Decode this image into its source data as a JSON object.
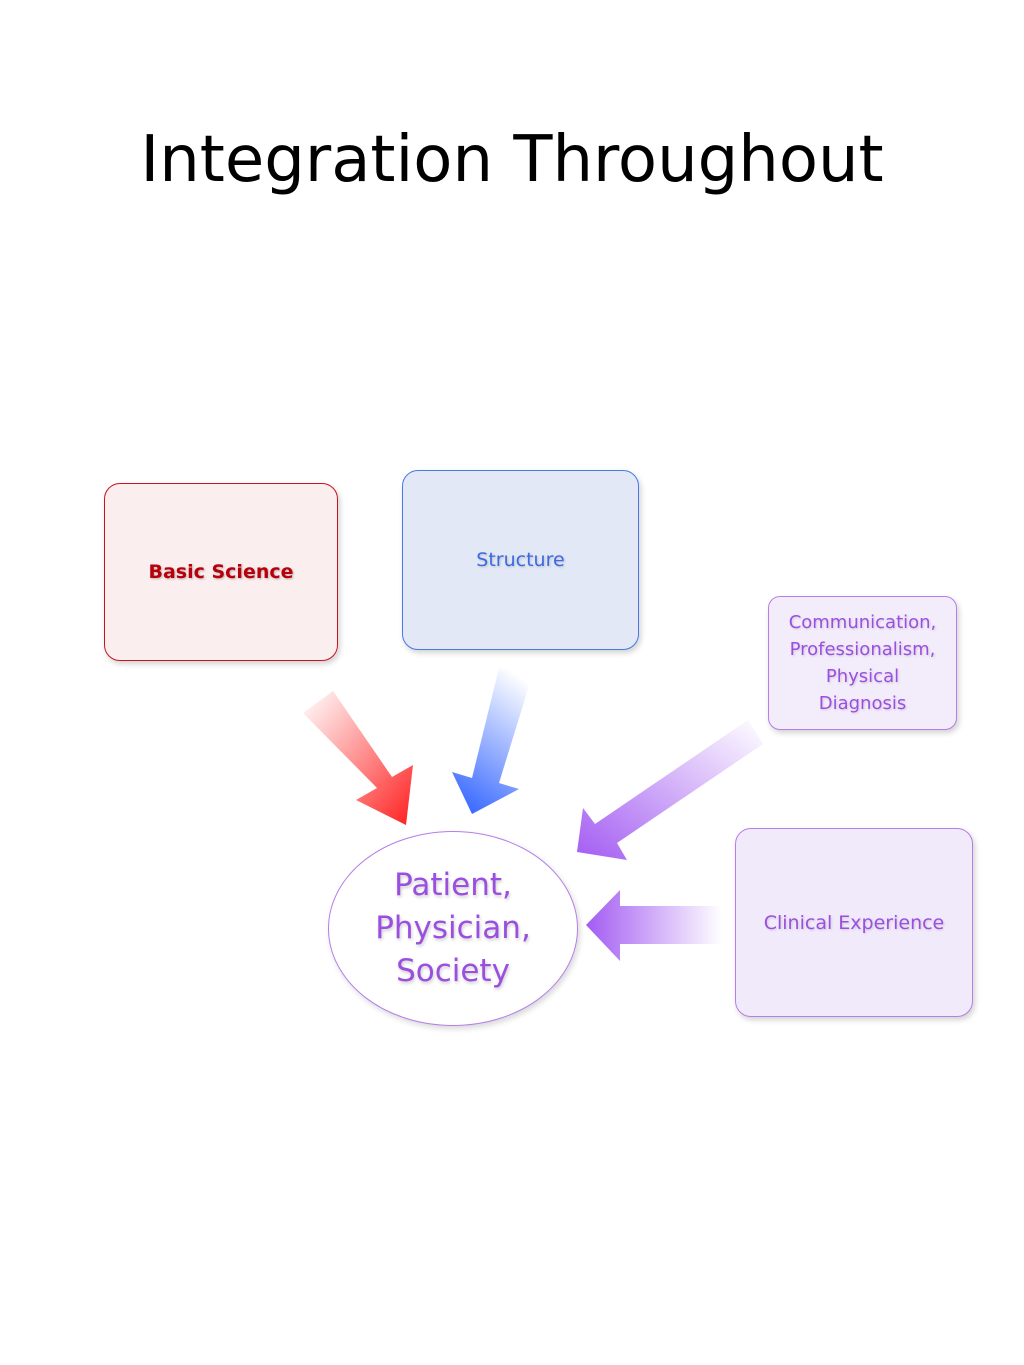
{
  "slide": {
    "title": "Integration Throughout"
  },
  "nodes": {
    "basic_science": "Basic Science",
    "structure": "Structure",
    "communication": {
      "lines": [
        "Communication,",
        "Professionalism,",
        "Physical",
        "Diagnosis"
      ]
    },
    "clinical_experience": "Clinical Experience",
    "center": {
      "lines": [
        "Patient,",
        "Physician,",
        "Society"
      ]
    }
  },
  "colors": {
    "basic_science": "#c8141e",
    "structure": "#3d6ae0",
    "communication": "#9b4fe0",
    "clinical_experience": "#9b4fe0",
    "center": "#9b4fe0"
  },
  "icons": {
    "arrows": [
      "arrow-basic-science-icon",
      "arrow-structure-icon",
      "arrow-communication-icon",
      "arrow-clinical-icon"
    ]
  }
}
